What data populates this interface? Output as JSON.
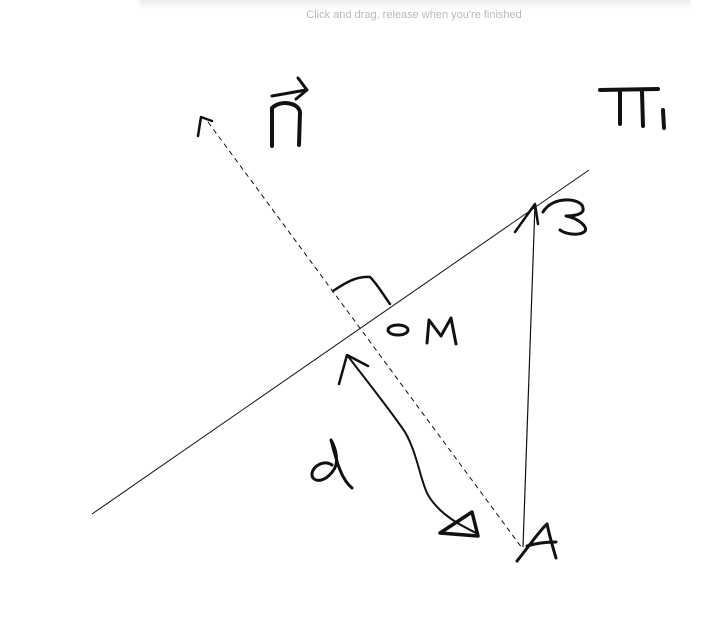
{
  "app": {
    "hint_text": "Click and drag, release when you're finished"
  },
  "diagram": {
    "labels": {
      "normal_vector": "n",
      "plane": "π₁",
      "point_b": "B",
      "point_m": "M",
      "point_a": "A",
      "distance": "d"
    },
    "ink_color": "#111111"
  }
}
